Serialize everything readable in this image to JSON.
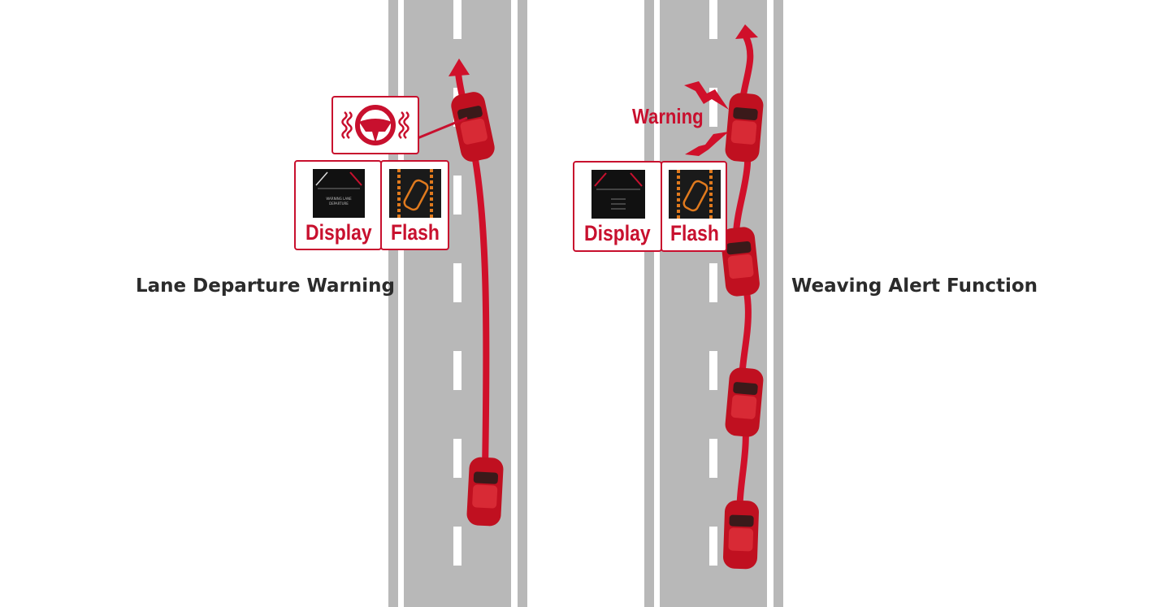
{
  "left_panel": {
    "title": "Lane Departure Warning",
    "display_label": "Display",
    "flash_label": "Flash",
    "display_screen_text": "WARNING LANE DEPARTURE",
    "icons": [
      "steering-wheel-vibration-icon",
      "lane-departure-display-icon",
      "lane-flash-icon"
    ]
  },
  "right_panel": {
    "title": "Weaving Alert Function",
    "warning_label": "Warning",
    "display_label": "Display",
    "flash_label": "Flash",
    "icons": [
      "warning-lightning-icon",
      "weaving-display-icon",
      "lane-flash-icon"
    ]
  },
  "colors": {
    "accent": "#c8102e",
    "road": "#b5b5b5",
    "flash": "#e07a1e"
  }
}
